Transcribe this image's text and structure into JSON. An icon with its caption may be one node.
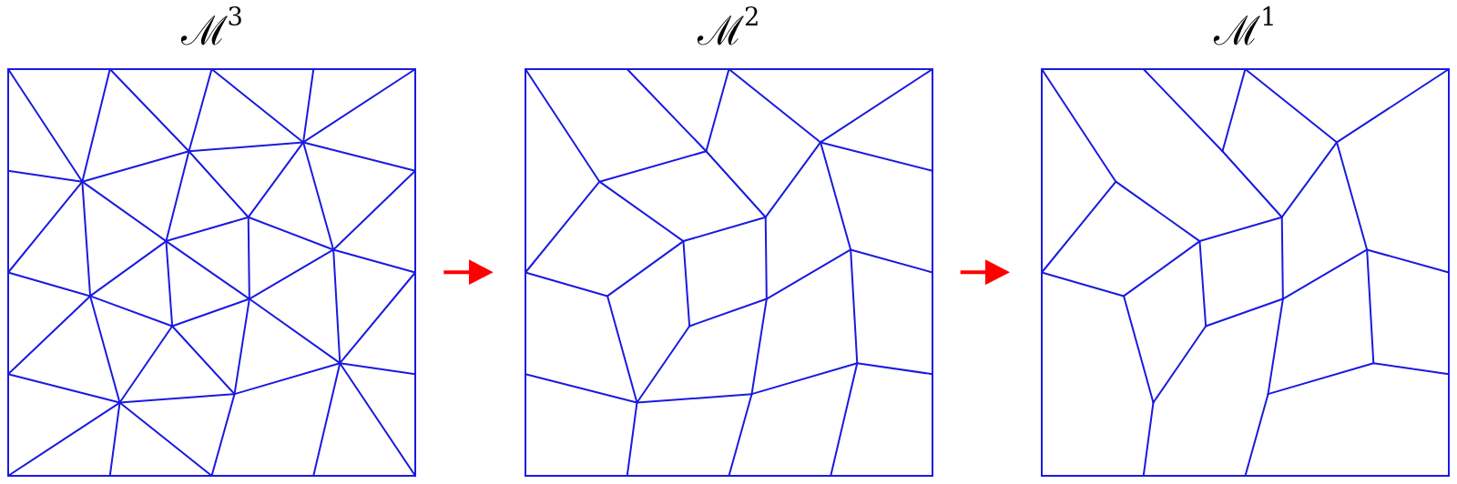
{
  "diagram": {
    "nodes": [
      {
        "text": [
          "ℳ$^{3}$"
        ]
      },
      {
        "text": [
          "ℳ$^{2}$"
        ]
      },
      {
        "text": [
          "ℳ$^{1}$"
        ]
      }
    ],
    "edges": [
      {
        "from": 0,
        "to": 1,
        "arrow": "to"
      },
      {
        "from": 1,
        "to": 2,
        "arrow": "to"
      }
    ]
  }
}
